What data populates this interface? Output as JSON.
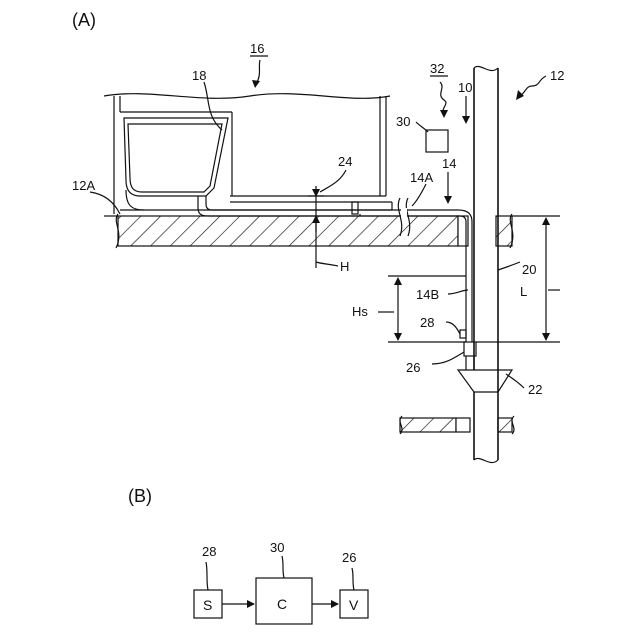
{
  "figure_a": {
    "panel_label": "(A)",
    "labels": {
      "bathroom": "16",
      "tub": "18",
      "floor": "12A",
      "gap": "24",
      "pipe_h": "14A",
      "pipe": "14",
      "controller": "30",
      "unit": "32",
      "wall_pipe": "10",
      "building": "12",
      "drain_pipe": "20",
      "height_h": "H",
      "height_l": "L",
      "pipe_v": "14B",
      "height_hs": "Hs",
      "sensor": "28",
      "valve": "26",
      "funnel": "22"
    }
  },
  "figure_b": {
    "panel_label": "(B)",
    "blocks": [
      {
        "ref": "28",
        "text": "S"
      },
      {
        "ref": "30",
        "text": "C"
      },
      {
        "ref": "26",
        "text": "V"
      }
    ]
  }
}
